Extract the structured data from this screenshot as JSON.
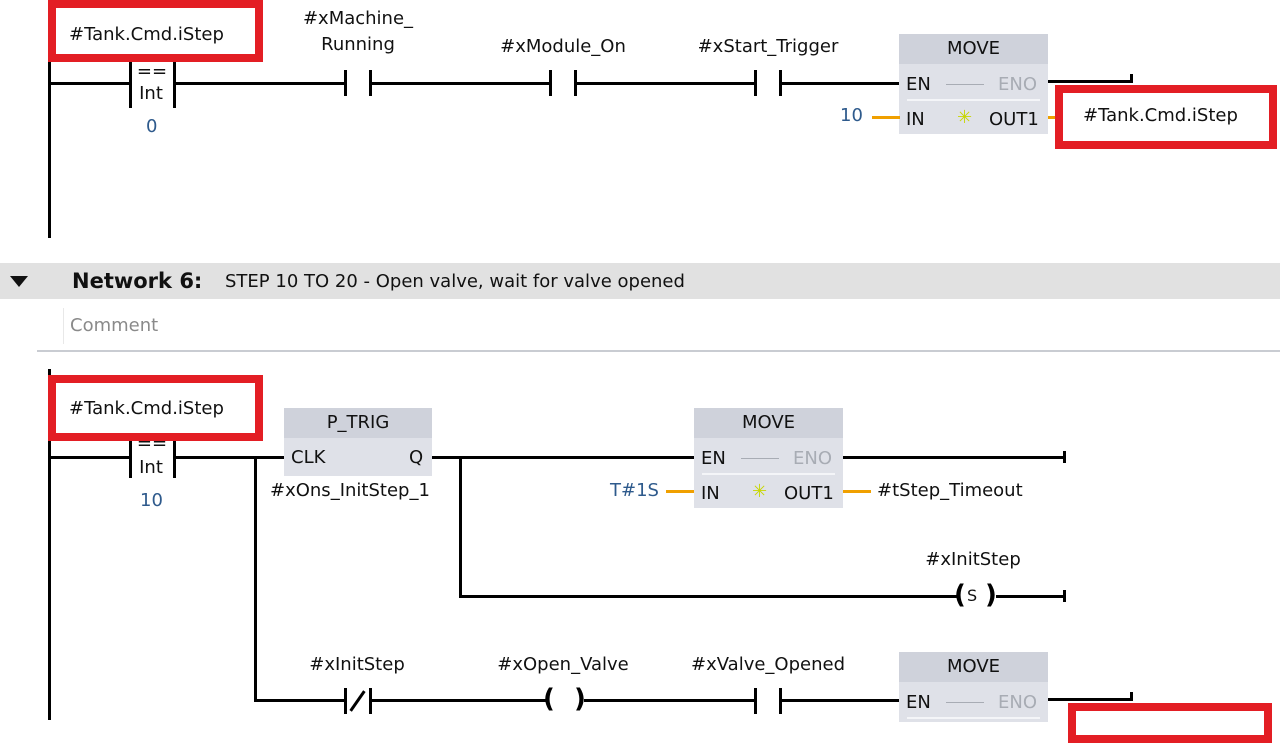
{
  "colors": {
    "highlight_border": "#e31e24",
    "wire": "#000000",
    "data_wire": "#f0a000",
    "constant_text": "#2e5a8c",
    "box_fill": "#dfe1e8",
    "box_header": "#cfd2db",
    "network_header_bg": "#e1e1e1",
    "en_star": "#c7d600"
  },
  "network5": {
    "compare": {
      "operand": "#Tank.Cmd.iStep",
      "operator": "==",
      "type": "Int",
      "value": "0"
    },
    "contacts": [
      {
        "label_line1": "#xMachine_",
        "label_line2": "Running",
        "type": "NO"
      },
      {
        "label": "#xModule_On",
        "type": "NO"
      },
      {
        "label": "#xStart_Trigger",
        "type": "NO"
      }
    ],
    "move": {
      "title": "MOVE",
      "en": "EN",
      "eno": "ENO",
      "in": "IN",
      "out": "OUT1",
      "in_value": "10",
      "out_value": "#Tank.Cmd.iStep",
      "star": "✳"
    }
  },
  "network6": {
    "collapse_icon": "triangle-down",
    "title": "Network 6:",
    "description": "STEP 10 TO 20 - Open valve, wait for valve opened",
    "comment_placeholder": "Comment",
    "compare": {
      "operand": "#Tank.Cmd.iStep",
      "operator": "==",
      "type": "Int",
      "value": "10"
    },
    "p_trig": {
      "title": "P_TRIG",
      "clk": "CLK",
      "q": "Q",
      "instance": "#xOns_InitStep_1"
    },
    "move": {
      "title": "MOVE",
      "en": "EN",
      "eno": "ENO",
      "in": "IN",
      "out": "OUT1",
      "in_value": "T#1S",
      "out_value": "#tStep_Timeout",
      "star": "✳"
    },
    "set_coil": {
      "label": "#xInitStep",
      "letter": "S"
    },
    "branch2": {
      "nc_contact": "#xInitStep",
      "coil": "#xOpen_Valve",
      "no_contact": "#xValve_Opened",
      "move": {
        "title": "MOVE",
        "en": "EN",
        "eno": "ENO"
      }
    }
  }
}
